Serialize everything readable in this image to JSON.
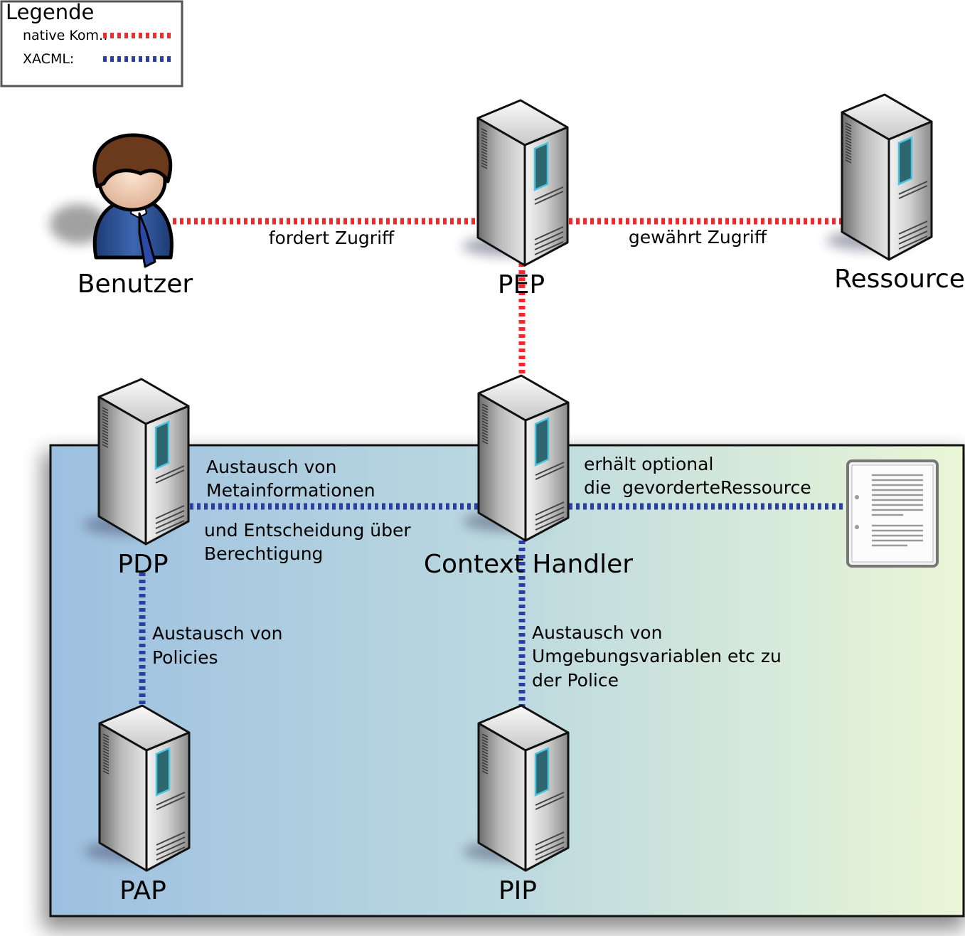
{
  "legend": {
    "title": "Legende",
    "native_label": "native Kom.:",
    "xacml_label": "XACML:"
  },
  "colors": {
    "native": "#ee2a2e",
    "xacml": "#2a3f9f",
    "zone_left": "#9dc0e0",
    "zone_mid": "#bcd9e0",
    "zone_right": "#eaf6d6",
    "zone_border": "#111111"
  },
  "nodes": {
    "user": "Benutzer",
    "pep": "PEP",
    "resource": "Ressource",
    "pdp": "PDP",
    "context_handler": "Context Handler",
    "pap": "PAP",
    "pip": "PIP"
  },
  "icons": {
    "user": "user-icon",
    "server": "server-icon",
    "document": "document-icon"
  },
  "edges": {
    "user_pep": "fordert Zugriff",
    "pep_resource": "gewährt Zugriff",
    "pdp_ch_line1": "Austausch von",
    "pdp_ch_line2": "Metainformationen",
    "pdp_ch_line3": "und Entscheidung über",
    "pdp_ch_line4": "Berechtigung",
    "ch_doc_line1": "erhält optional",
    "ch_doc_line2": "die  gevorderteRessource",
    "pdp_pap_line1": "Austausch von",
    "pdp_pap_line2": "Policies",
    "ch_pip_line1": "Austausch von",
    "ch_pip_line2": "Umgebungsvariablen etc zu",
    "ch_pip_line3": "der Police"
  }
}
